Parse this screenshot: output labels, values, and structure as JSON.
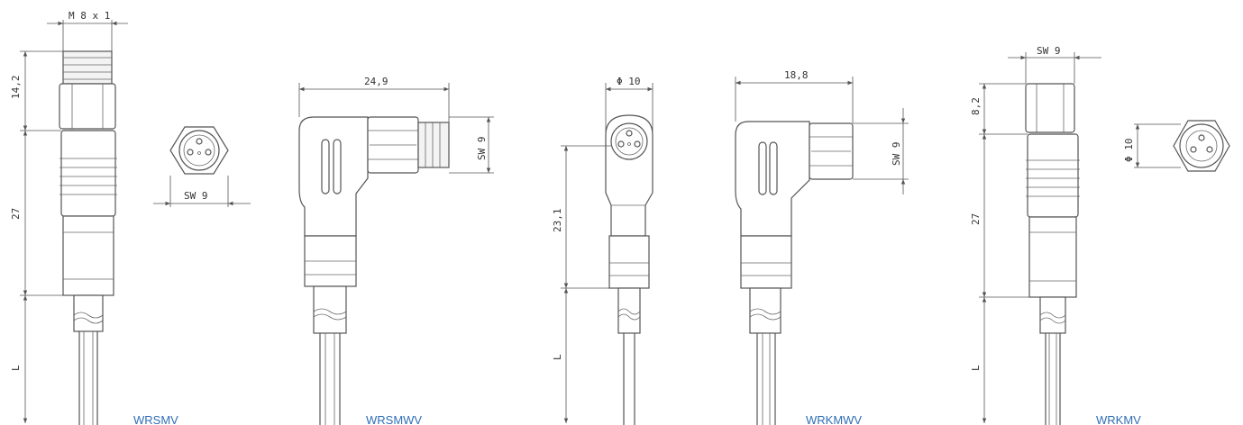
{
  "views": {
    "wrsmv": {
      "label": "WRSMV",
      "thread": "M 8 x 1",
      "head_len": "14,2",
      "body_len": "27",
      "cable_len": "L",
      "face_sw": "SW 9"
    },
    "wrsmwv": {
      "label": "WRSMWV",
      "width": "24,9",
      "sw": "SW 9"
    },
    "wrkmwv_front": {
      "dia": "Φ 10",
      "body_len": "23,1",
      "cable_len": "L"
    },
    "wrkmwv": {
      "label": "WRKMWV",
      "width": "18,8",
      "sw": "SW 9"
    },
    "wrkmv": {
      "label": "WRKMV",
      "sw": "SW 9",
      "head_len": "8,2",
      "body_len": "27",
      "cable_len": "L",
      "face_dia": "Φ 10"
    }
  }
}
